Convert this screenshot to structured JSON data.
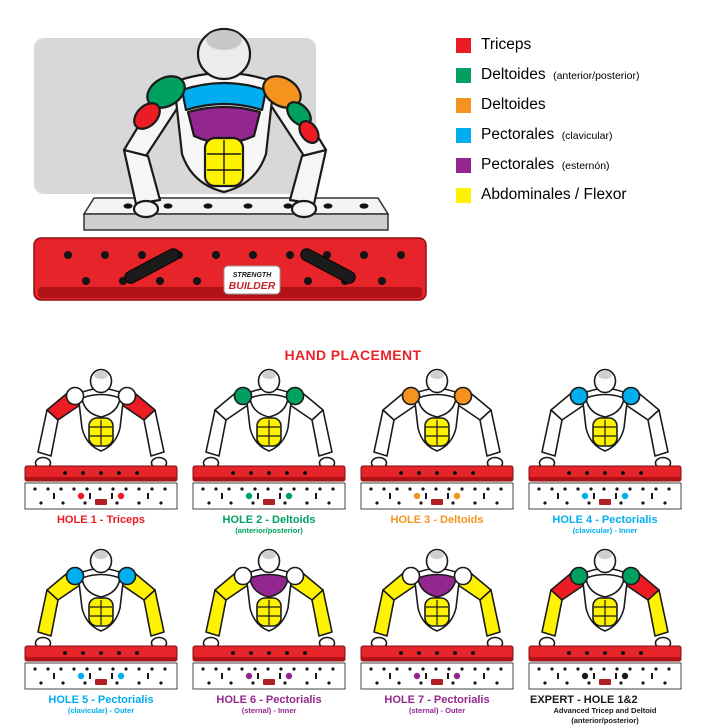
{
  "colors": {
    "red": "#ed1c24",
    "green": "#00a160",
    "orange": "#f6921e",
    "cyan": "#00aeef",
    "purple": "#93268f",
    "yellow": "#fff200",
    "board_red": "#e8242b",
    "board_red_dark": "#b01218",
    "title_red": "#e8242b",
    "gray_bg": "#d8d8d8"
  },
  "legend": {
    "items": [
      {
        "color": "#ed1c24",
        "label": "Triceps",
        "sublabel": ""
      },
      {
        "color": "#00a160",
        "label": "Deltoides",
        "sublabel": "(anterior/posterior)"
      },
      {
        "color": "#f6921e",
        "label": "Deltoides",
        "sublabel": ""
      },
      {
        "color": "#00aeef",
        "label": "Pectorales",
        "sublabel": "(clavicular)"
      },
      {
        "color": "#93268f",
        "label": "Pectorales",
        "sublabel": "(esternón)"
      },
      {
        "color": "#fff200",
        "label": "Abdominales / Flexor",
        "sublabel": ""
      }
    ]
  },
  "board": {
    "logo_line1": "STRENGTH",
    "logo_line2": "BUILDER"
  },
  "section_title": "HAND PLACEMENT",
  "placements": [
    {
      "title": "HOLE 1 - Triceps",
      "subtitle": "",
      "title_color": "#ed1c24",
      "colors": {
        "shoulder": "#ffffff",
        "upper_arm": "#ed1c24",
        "forearm": "#ffffff",
        "chest": "#ffffff",
        "abs": "#fff200",
        "hole": "#ed1c24"
      }
    },
    {
      "title": "HOLE 2 - Deltoids",
      "subtitle": "(anterior/posterior)",
      "title_color": "#00a160",
      "colors": {
        "shoulder": "#00a160",
        "upper_arm": "#ffffff",
        "forearm": "#ffffff",
        "chest": "#ffffff",
        "abs": "#fff200",
        "hole": "#00a160"
      }
    },
    {
      "title": "HOLE 3 - Deltoids",
      "subtitle": "",
      "title_color": "#f6921e",
      "colors": {
        "shoulder": "#f6921e",
        "upper_arm": "#ffffff",
        "forearm": "#ffffff",
        "chest": "#ffffff",
        "abs": "#fff200",
        "hole": "#f6921e"
      }
    },
    {
      "title": "HOLE 4 - Pectorialis",
      "subtitle": "(clavicular) - Inner",
      "title_color": "#00aeef",
      "colors": {
        "shoulder": "#00aeef",
        "upper_arm": "#ffffff",
        "forearm": "#ffffff",
        "chest": "#ffffff",
        "abs": "#fff200",
        "hole": "#00aeef"
      }
    },
    {
      "title": "HOLE 5 - Pectorialis",
      "subtitle": "(clavicular) - Outer",
      "title_color": "#00aeef",
      "colors": {
        "shoulder": "#00aeef",
        "upper_arm": "#fff200",
        "forearm": "#fff200",
        "chest": "#ffffff",
        "abs": "#fff200",
        "hole": "#00aeef"
      }
    },
    {
      "title": "HOLE 6 - Pectorialis",
      "subtitle": "(sternal) - Inner",
      "title_color": "#93268f",
      "colors": {
        "shoulder": "#ffffff",
        "upper_arm": "#fff200",
        "forearm": "#fff200",
        "chest": "#93268f",
        "abs": "#fff200",
        "hole": "#93268f"
      }
    },
    {
      "title": "HOLE 7 - Pectorialis",
      "subtitle": "(sternal) - Outer",
      "title_color": "#93268f",
      "colors": {
        "shoulder": "#ffffff",
        "upper_arm": "#fff200",
        "forearm": "#fff200",
        "chest": "#93268f",
        "abs": "#fff200",
        "hole": "#93268f"
      }
    },
    {
      "title": "EXPERT - HOLE 1&2",
      "subtitle": "Advanced Tricep and Deltoid (anterior/posterior)",
      "title_color": "#1a1a1a",
      "colors": {
        "shoulder": "#00a160",
        "upper_arm": "#ed1c24",
        "forearm": "#fff200",
        "chest": "#ffffff",
        "abs": "#fff200",
        "hole": "#1a1a1a"
      }
    }
  ]
}
